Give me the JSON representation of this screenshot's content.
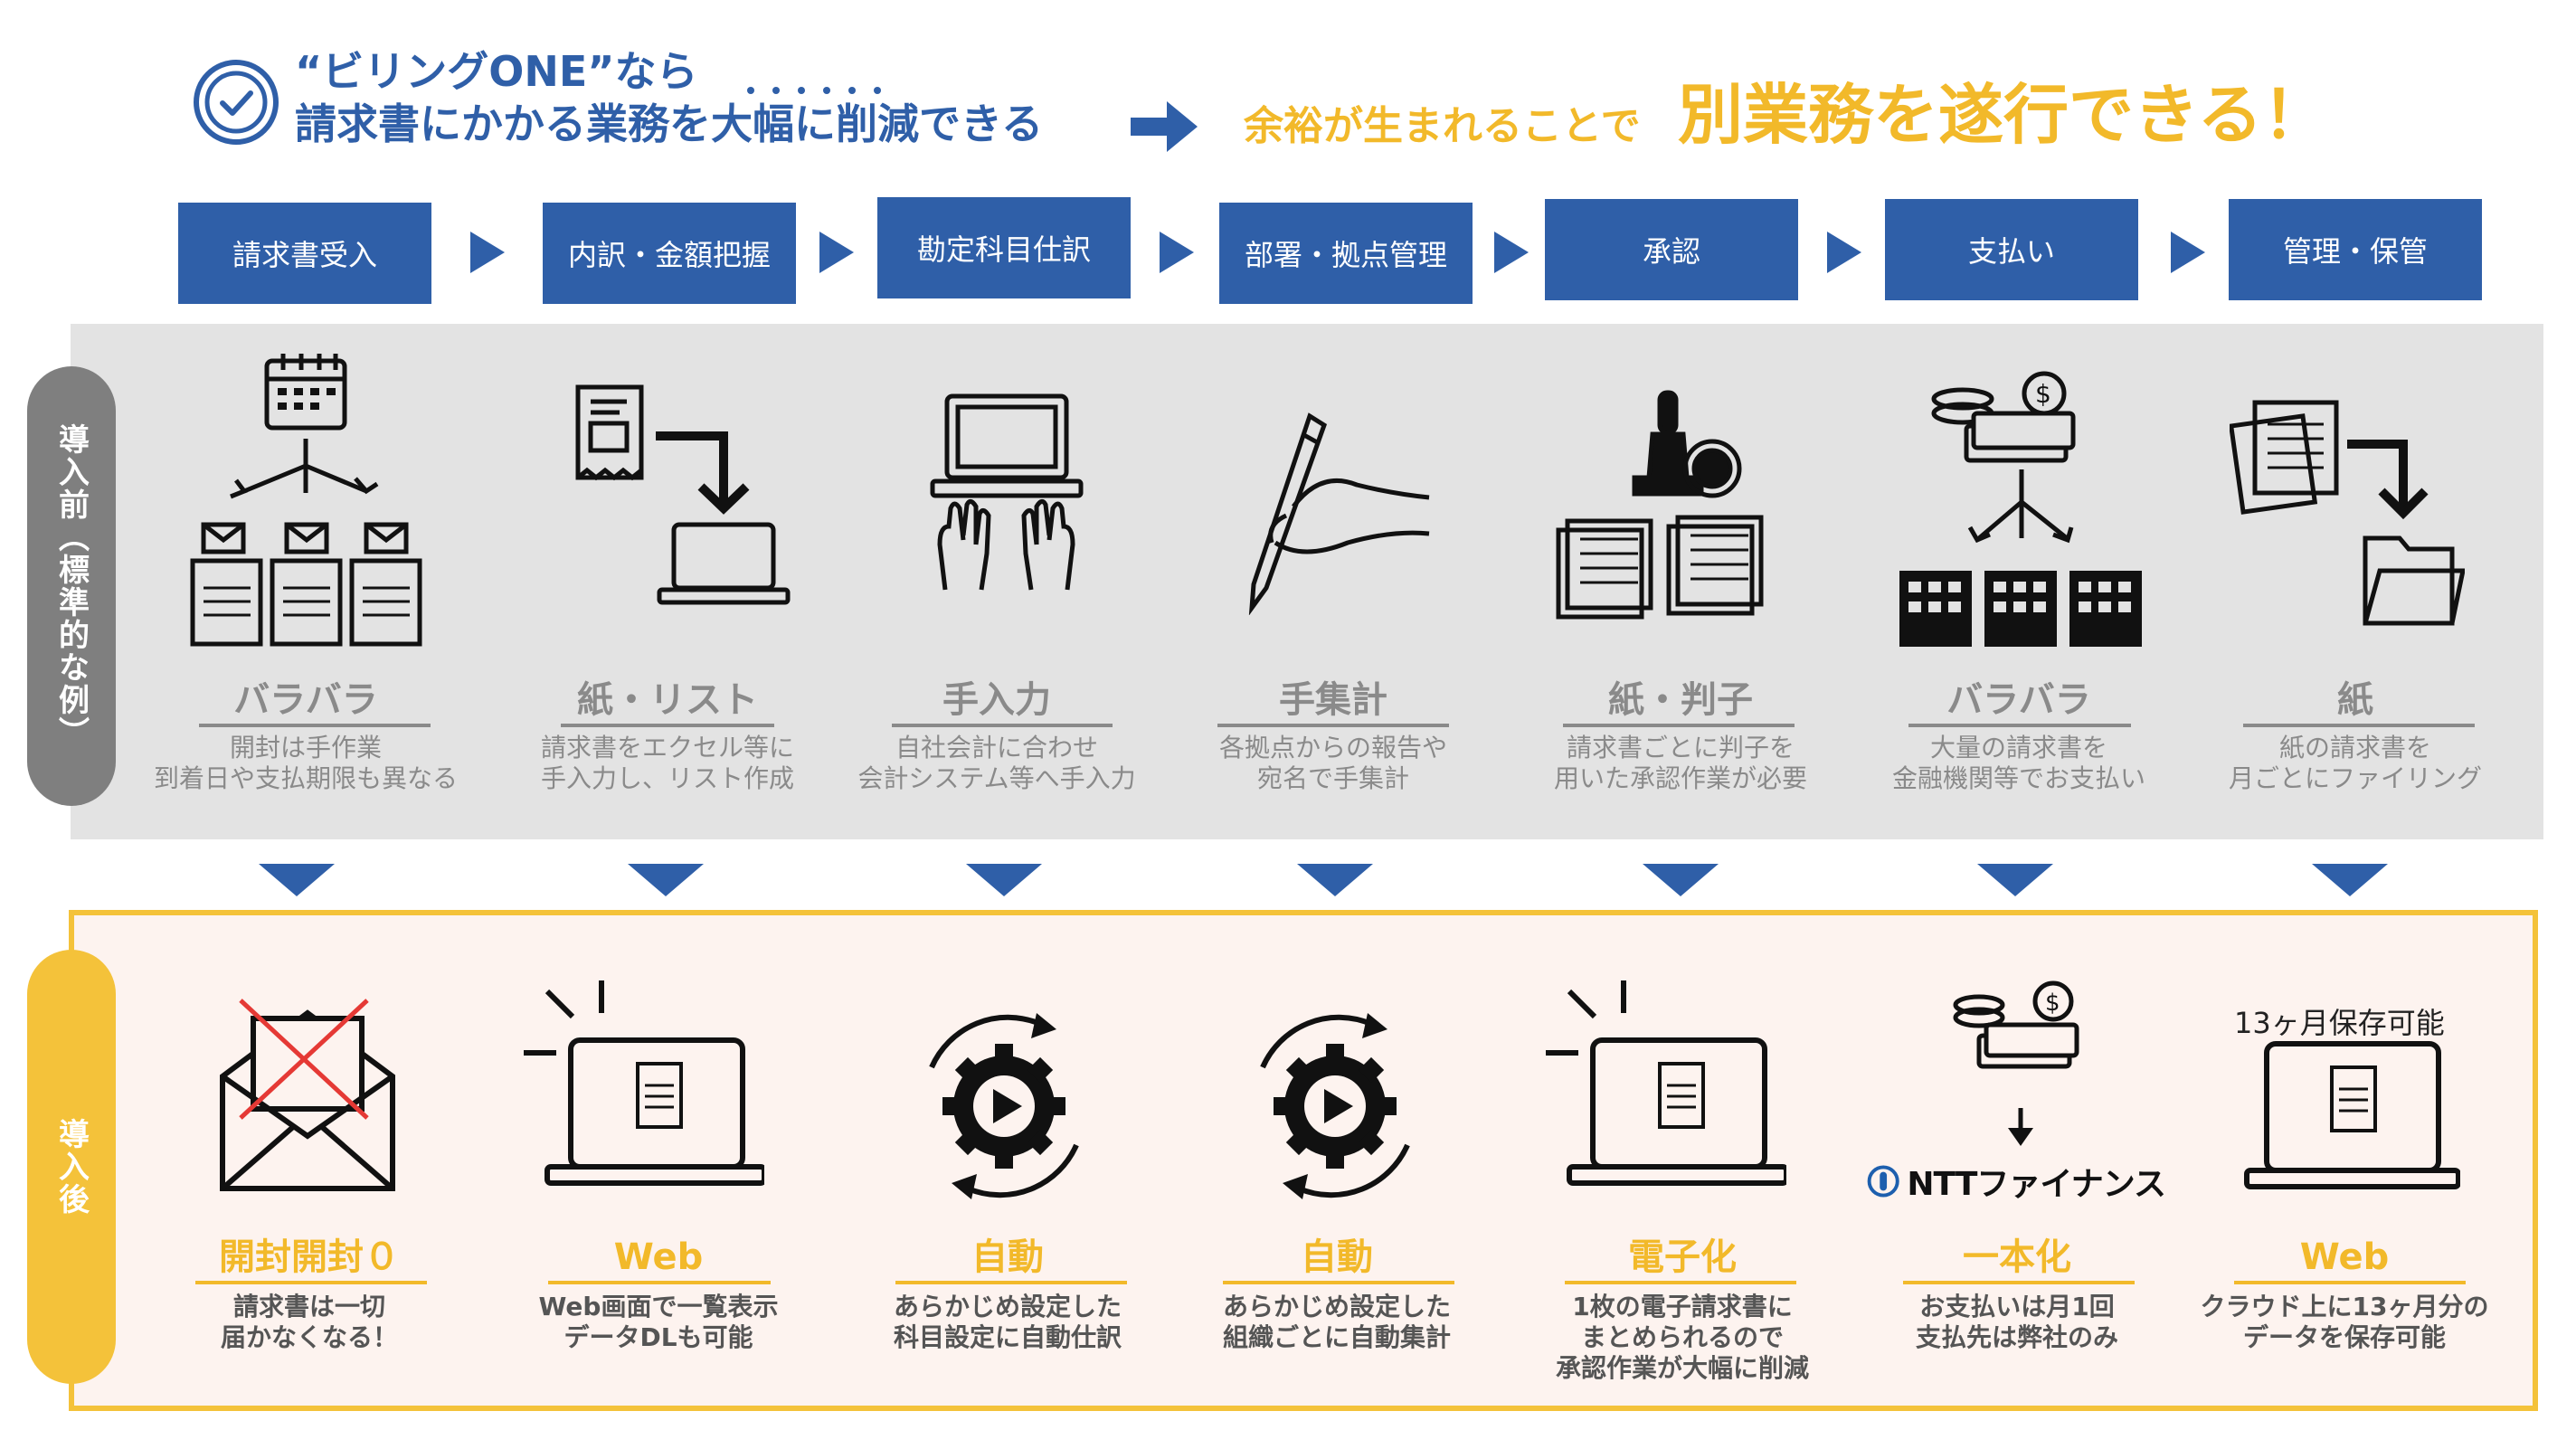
{
  "header": {
    "line1": "“ビリングONE”なら",
    "line2": "請求書にかかる業務を大幅に削減できる",
    "result_lead": "余裕が生まれることで",
    "result_main": "別業務を遂行できる！",
    "accent_color": "#2f5fa8",
    "highlight_color": "#f2b92a"
  },
  "steps": [
    {
      "label": "請求書受入"
    },
    {
      "label": "内訳・金額把握"
    },
    {
      "label": "勘定科目仕訳"
    },
    {
      "label": "部署・拠点管理"
    },
    {
      "label": "承認"
    },
    {
      "label": "支払い"
    },
    {
      "label": "管理・保管"
    }
  ],
  "before": {
    "side_label": "導入前（標準的な例）",
    "columns": [
      {
        "title": "バラバラ",
        "desc": "開封は手作業\n到着日や支払期限も異なる",
        "icon": "calendar-invoices-icon"
      },
      {
        "title": "紙・リスト",
        "desc": "請求書をエクセル等に\n手入力し、リスト作成",
        "icon": "paper-to-laptop-icon"
      },
      {
        "title": "手入力",
        "desc": "自社会計に合わせ\n会計システム等へ手入力",
        "icon": "laptop-hands-icon"
      },
      {
        "title": "手集計",
        "desc": "各拠点からの報告や\n宛名で手集計",
        "icon": "pen-hand-icon"
      },
      {
        "title": "紙・判子",
        "desc": "請求書ごとに判子を\n用いた承認作業が必要",
        "icon": "stamp-documents-icon"
      },
      {
        "title": "バラバラ",
        "desc": "大量の請求書を\n金融機関等でお支払い",
        "icon": "money-buildings-icon"
      },
      {
        "title": "紙",
        "desc": "紙の請求書を\n月ごとにファイリング",
        "icon": "papers-to-folder-icon"
      }
    ]
  },
  "after": {
    "side_label": "導入後",
    "columns": [
      {
        "title": "開封開封０",
        "desc": "請求書は一切\n届かなくなる！",
        "icon": "crossed-envelope-icon"
      },
      {
        "title": "Web",
        "desc": "Web画面で一覧表示\nデータDLも可能",
        "icon": "web-laptop-icon"
      },
      {
        "title": "自動",
        "desc": "あらかじめ設定した\n科目設定に自動仕訳",
        "icon": "auto-gear-icon"
      },
      {
        "title": "自動",
        "desc": "あらかじめ設定した\n組織ごとに自動集計",
        "icon": "auto-gear-icon"
      },
      {
        "title": "電子化",
        "desc": "1枚の電子請求書に\nまとめられるので\n承認作業が大幅に削減",
        "icon": "e-invoice-laptop-icon"
      },
      {
        "title": "一本化",
        "desc": "お支払いは月1回\n支払先は弊社のみ",
        "icon": "money-ntt-icon"
      },
      {
        "title": "Web",
        "desc": "クラウド上に13ヶ月分の\nデータを保存可能",
        "icon": "cloud-laptop-icon"
      }
    ],
    "save_label": "13ヶ月保存可能",
    "ntt_label": "NTTファイナンス"
  }
}
